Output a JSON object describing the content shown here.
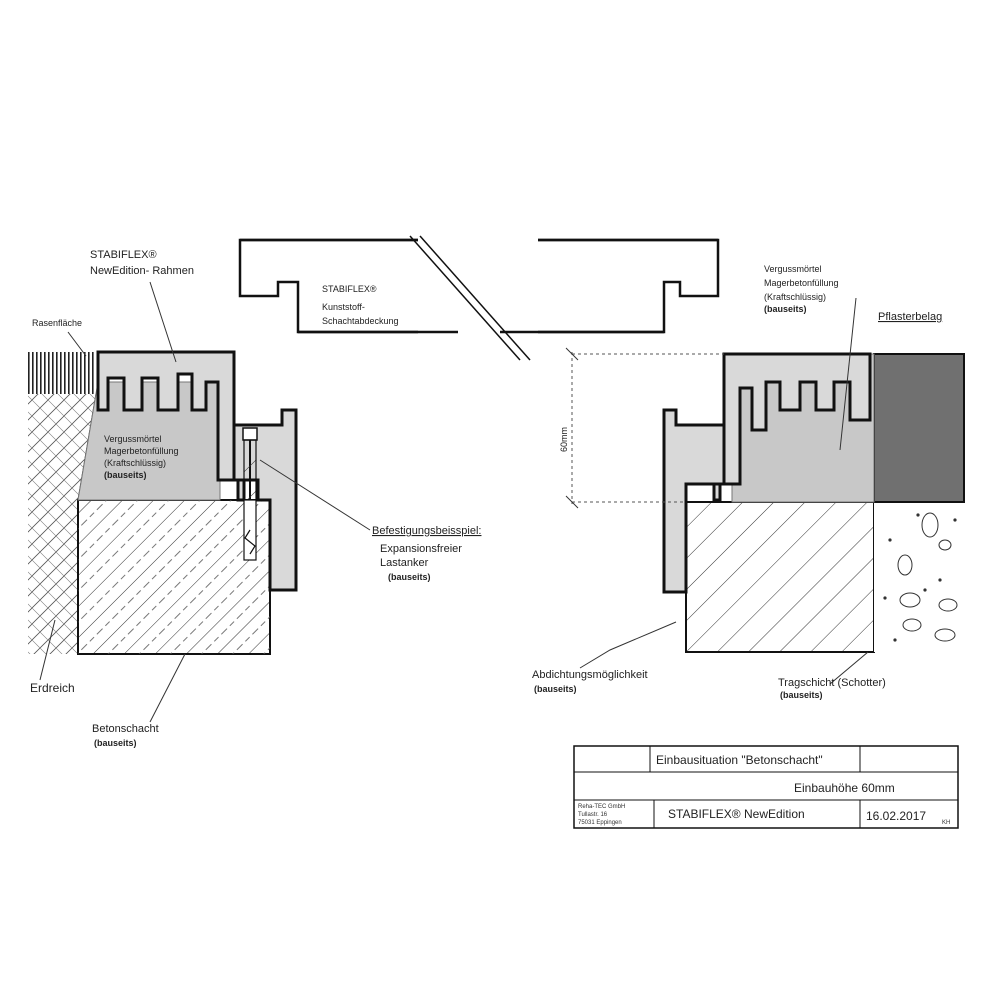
{
  "labels": {
    "stabiflex_rahmen_1": "STABIFLEX®",
    "stabiflex_rahmen_2": "NewEdition- Rahmen",
    "rasenflaeche": "Rasenfläche",
    "cover_brand": "STABIFLEX®",
    "cover_line1": "Kunststoff-",
    "cover_line2": "Schachtabdeckung",
    "verguss_left_1": "Vergussmörtel",
    "verguss_left_2": "Magerbetonfüllung",
    "verguss_left_3": "(Kraftschlüssig)",
    "verguss_left_4": "(bauseits)",
    "verguss_right_1": "Vergussmörtel",
    "verguss_right_2": "Magerbetonfüllung",
    "verguss_right_3": "(Kraftschlüssig)",
    "verguss_right_4": "(bauseits)",
    "pflasterbelag": "Pflasterbelag",
    "dimension": "60mm",
    "befestigung_1": "Befestigungsbeisspiel:",
    "befestigung_2": "Expansionsfreier",
    "befestigung_3": "Lastanker",
    "befestigung_4": "(bauseits)",
    "erdreich": "Erdreich",
    "betonschacht_1": "Betonschacht",
    "betonschacht_2": "(bauseits)",
    "abdichtung_1": "Abdichtungsmöglichkeit",
    "abdichtung_2": "(bauseits)",
    "tragschicht_1": "Tragschicht (Schotter)",
    "tragschicht_2": "(bauseits)"
  },
  "title_block": {
    "title": "Einbausituation \"Betonschacht\"",
    "height": "Einbauhöhe 60mm",
    "company_1": "Reha-TEC GmbH",
    "company_2": "Tullastr. 16",
    "company_3": "75031 Eppingen",
    "product": "STABIFLEX® NewEdition",
    "date": "16.02.2017",
    "initials": "KH"
  },
  "colors": {
    "frame_fill": "#d9d9d9",
    "grout_fill": "#c8c8c8",
    "paving_fill": "#707070",
    "line": "#111111"
  }
}
